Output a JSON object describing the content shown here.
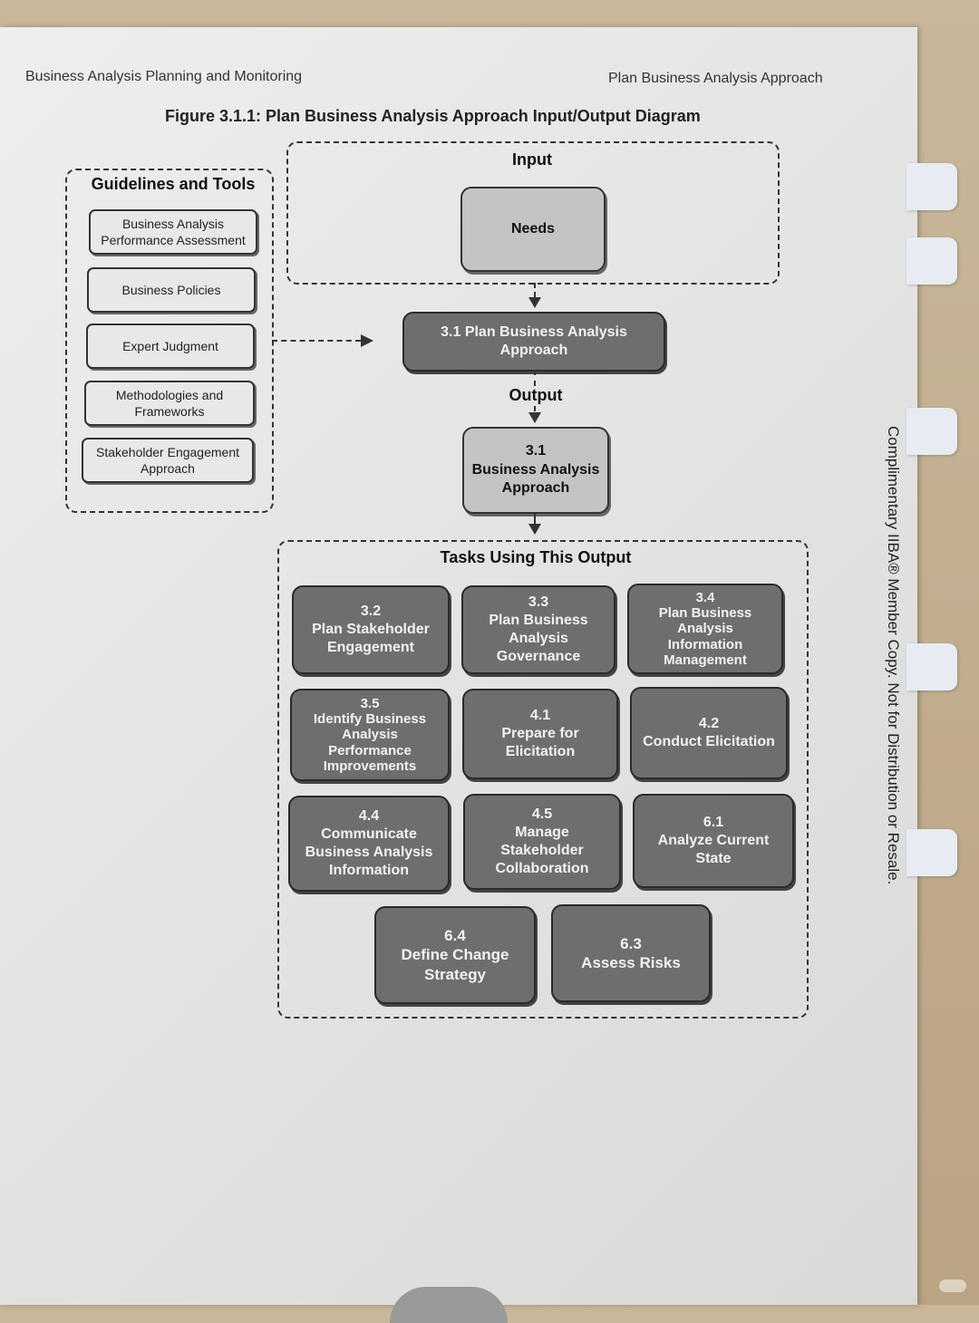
{
  "header": {
    "left": "Business Analysis Planning and Monitoring",
    "right": "Plan Business Analysis Approach"
  },
  "figure": {
    "title": "Figure 3.1.1: Plan Business Analysis Approach Input/Output Diagram"
  },
  "guidelines": {
    "title": "Guidelines and Tools",
    "items": [
      "Business Analysis\nPerformance Assessment",
      "Business Policies",
      "Expert Judgment",
      "Methodologies and\nFrameworks",
      "Stakeholder Engagement\nApproach"
    ]
  },
  "input": {
    "label": "Input",
    "item": "Needs"
  },
  "task": {
    "label": "3.1 Plan Business Analysis\nApproach"
  },
  "output": {
    "label": "Output",
    "item": "3.1\nBusiness Analysis\nApproach"
  },
  "tasks_using": {
    "title": "Tasks Using This Output",
    "items": [
      {
        "num": "3.2",
        "label": "Plan Stakeholder\nEngagement"
      },
      {
        "num": "3.3",
        "label": "Plan Business\nAnalysis\nGovernance"
      },
      {
        "num": "3.4",
        "label": "Plan Business\nAnalysis\nInformation\nManagement"
      },
      {
        "num": "3.5",
        "label": "Identify Business\nAnalysis\nPerformance\nImprovements"
      },
      {
        "num": "4.1",
        "label": "Prepare for\nElicitation"
      },
      {
        "num": "4.2",
        "label": "Conduct Elicitation"
      },
      {
        "num": "4.4",
        "label": "Communicate\nBusiness Analysis\nInformation"
      },
      {
        "num": "4.5",
        "label": "Manage\nStakeholder\nCollaboration"
      },
      {
        "num": "6.1",
        "label": "Analyze Current\nState"
      },
      {
        "num": "6.4",
        "label": "Define Change\nStrategy"
      },
      {
        "num": "6.3",
        "label": "Assess Risks"
      }
    ]
  },
  "sidebar_note": "Complimentary IIBA® Member Copy. Not for Distribution or Resale."
}
